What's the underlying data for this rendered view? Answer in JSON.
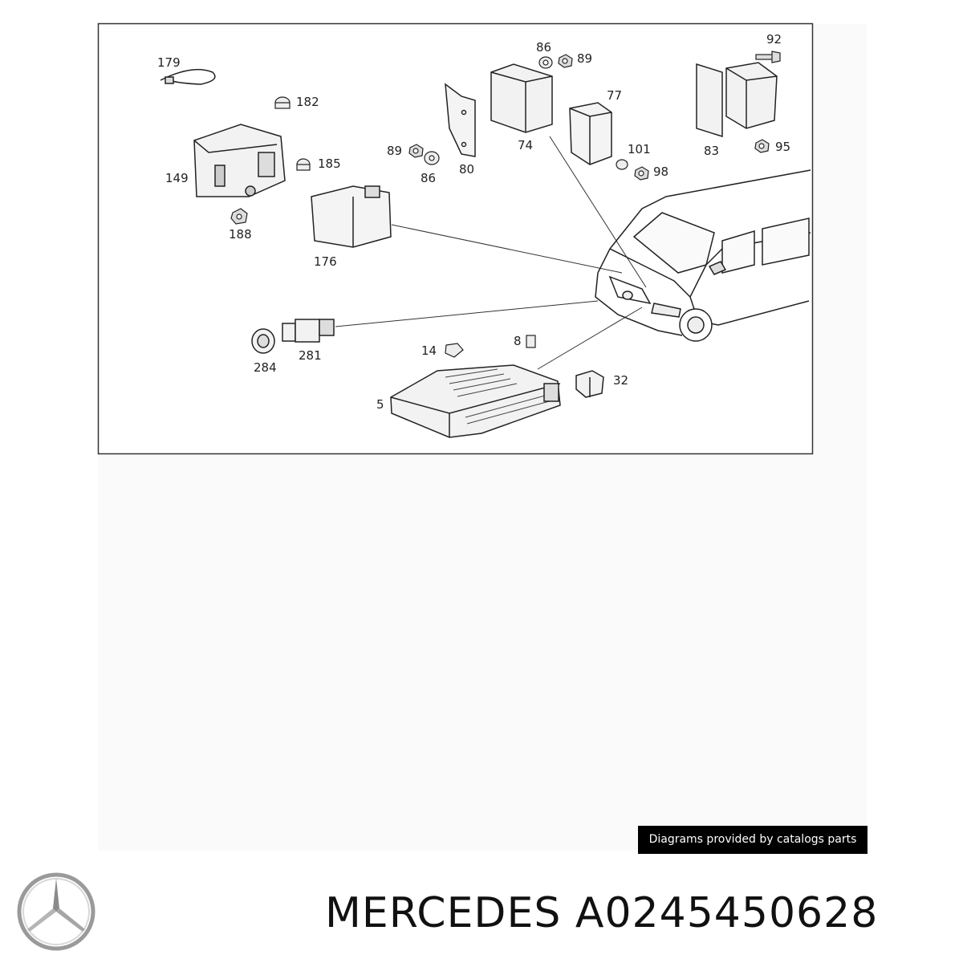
{
  "diagram": {
    "part_labels": [
      "179",
      "182",
      "149",
      "185",
      "188",
      "176",
      "89",
      "86",
      "80",
      "86",
      "89",
      "74",
      "77",
      "101",
      "98",
      "92",
      "83",
      "95",
      "14",
      "8",
      "281",
      "284",
      "32",
      "5"
    ]
  },
  "footer": {
    "credit": "Diagrams provided by catalogs parts",
    "brand": "MERCEDES",
    "part_number": "A0245450628"
  },
  "logo": {
    "icon": "mercedes-star-icon"
  }
}
